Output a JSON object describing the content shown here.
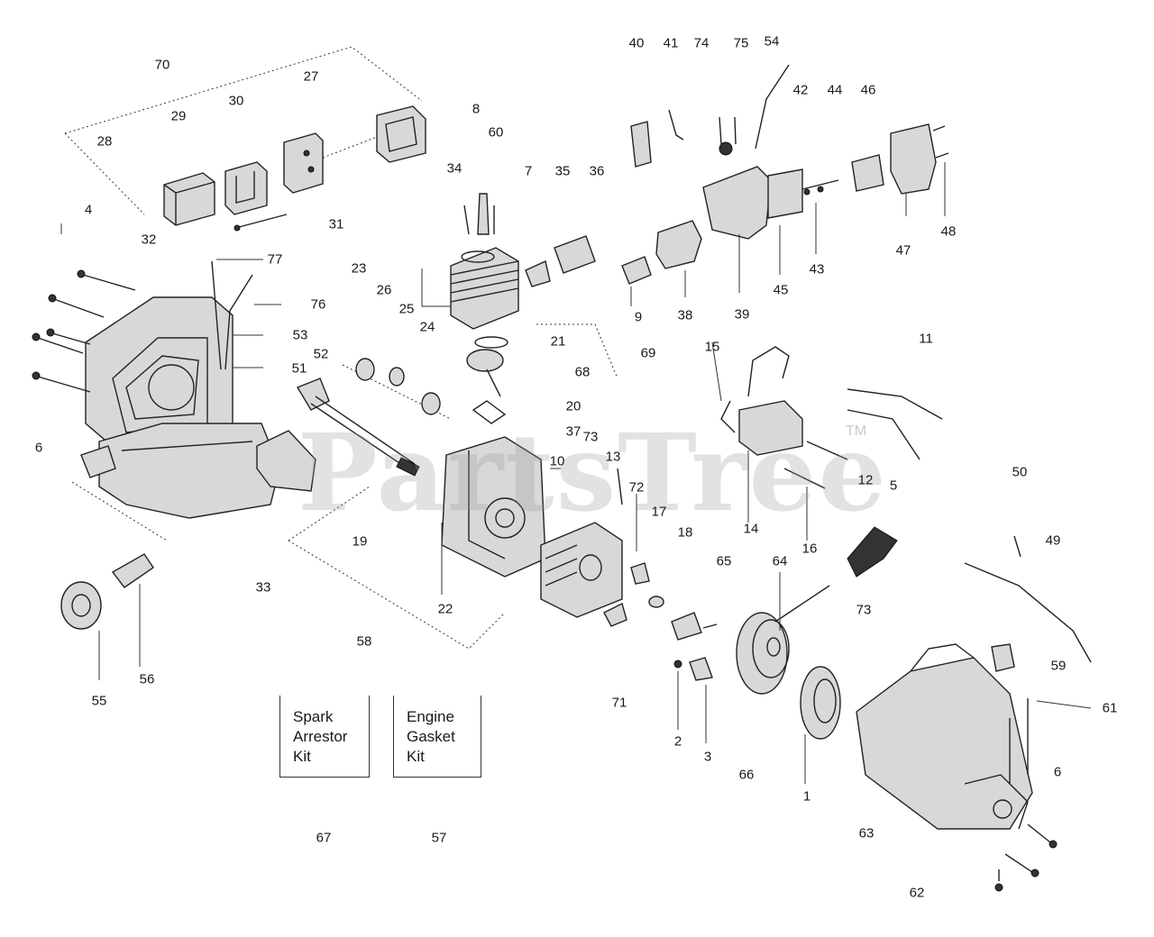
{
  "watermark": {
    "text": "PartsTree",
    "trademark": "TM"
  },
  "kits": [
    {
      "lines": [
        "Spark",
        "Arrestor",
        "Kit"
      ],
      "ref": "67"
    },
    {
      "lines": [
        "Engine",
        "Gasket",
        "Kit"
      ],
      "ref": "57"
    }
  ],
  "callouts": [
    "70",
    "27",
    "30",
    "29",
    "28",
    "4",
    "31",
    "32",
    "77",
    "76",
    "53",
    "52",
    "51",
    "6",
    "8",
    "60",
    "34",
    "7",
    "35",
    "36",
    "23",
    "26",
    "25",
    "24",
    "21",
    "68",
    "20",
    "37",
    "73",
    "13",
    "10",
    "72",
    "17",
    "18",
    "19",
    "22",
    "33",
    "58",
    "55",
    "56",
    "40",
    "41",
    "74",
    "75",
    "54",
    "42",
    "44",
    "46",
    "47",
    "48",
    "43",
    "45",
    "39",
    "38",
    "9",
    "69",
    "11",
    "15",
    "12",
    "5",
    "14",
    "16",
    "50",
    "49",
    "65",
    "64",
    "73",
    "59",
    "61",
    "71",
    "2",
    "3",
    "66",
    "1",
    "63",
    "6",
    "62",
    "67",
    "57"
  ]
}
